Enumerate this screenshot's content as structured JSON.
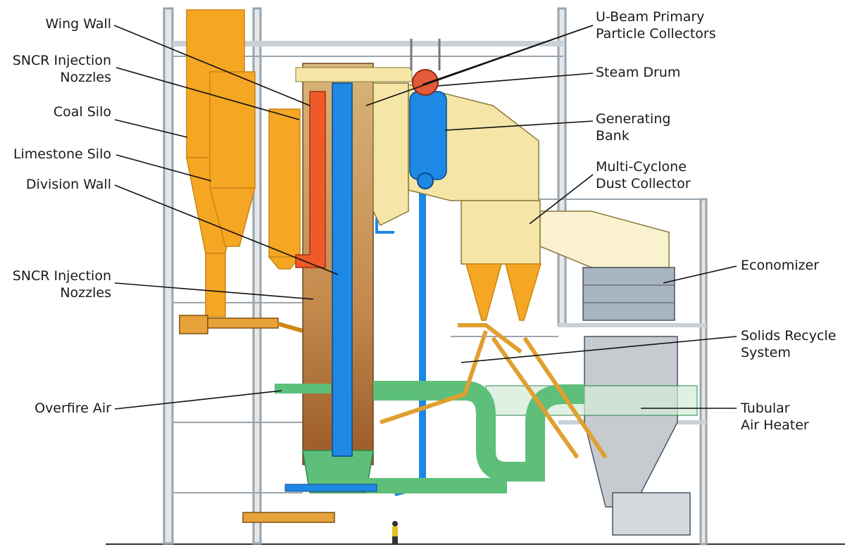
{
  "colors": {
    "orange": "#f5a623",
    "orange_dark": "#d08614",
    "red": "#f05a28",
    "blue": "#1e88e5",
    "tan": "#c9925a",
    "tan_dark": "#9a6433",
    "cream": "#f5e6a8",
    "cream_light": "#faf1cf",
    "green": "#5dbf7a",
    "green_dark": "#2e8a4c",
    "grey": "#c6cbd0",
    "steel": "#a8b4bf",
    "line": "#111111"
  },
  "labels": {
    "left": [
      {
        "id": "wing-wall",
        "lines": [
          "Wing Wall"
        ]
      },
      {
        "id": "sncr-injection-nozzles-upper",
        "lines": [
          "SNCR Injection",
          "Nozzles"
        ]
      },
      {
        "id": "coal-silo",
        "lines": [
          "Coal Silo"
        ]
      },
      {
        "id": "limestone-silo",
        "lines": [
          "Limestone Silo"
        ]
      },
      {
        "id": "division-wall",
        "lines": [
          "Division Wall"
        ]
      },
      {
        "id": "sncr-injection-nozzles-lower",
        "lines": [
          "SNCR Injection",
          "Nozzles"
        ]
      },
      {
        "id": "overfire-air",
        "lines": [
          "Overfire Air"
        ]
      }
    ],
    "right": [
      {
        "id": "u-beam-collectors",
        "lines": [
          "U-Beam Primary",
          "Particle Collectors"
        ]
      },
      {
        "id": "steam-drum",
        "lines": [
          "Steam Drum"
        ]
      },
      {
        "id": "generating-bank",
        "lines": [
          "Generating",
          "Bank"
        ]
      },
      {
        "id": "multi-cyclone",
        "lines": [
          "Multi-Cyclone",
          "Dust Collector"
        ]
      },
      {
        "id": "economizer",
        "lines": [
          "Economizer"
        ]
      },
      {
        "id": "solids-recycle",
        "lines": [
          "Solids Recycle",
          "System"
        ]
      },
      {
        "id": "tubular-air-heater",
        "lines": [
          "Tubular",
          "Air Heater"
        ]
      }
    ]
  }
}
